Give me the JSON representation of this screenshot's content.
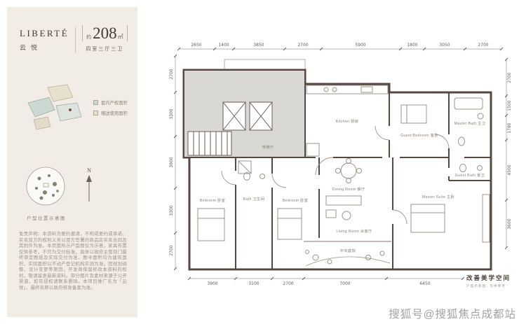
{
  "brand": {
    "logo": "LIBERTÉ",
    "logo_sub": "云悦",
    "area_prefix": "约",
    "area_value": "208",
    "area_unit": "㎡",
    "layout_desc": "四室三厅三卫"
  },
  "keyplan": {
    "legend": [
      {
        "label": "套内产权面积",
        "color": "#ccd8d2",
        "swatch_style": "background:#ccd8d2"
      },
      {
        "label": "赠送使用面积",
        "color": "#e7e0cf",
        "swatch_style": "background:#e7e0cf"
      }
    ],
    "north_label": "N",
    "caption": "户型位置示意图"
  },
  "disclaimer": "免责声明：本资料为要约邀请，不构成要约或承诺，买卖双方的权利义务以双方签署的商品房买卖合同及其附件为准。本页面所示户型图仅为示意，家具布置仅供参考，不作为交付标准，具体以政府主管部门最终审定图纸及实际交付为准。图中面积均为建筑面积，实际面积以不动产登记机构实测为准。因规划调整、设计变更等原因，开发商保留修改本资料的权利，敬请留意最新资料。部分图片及素材来源于公开渠道，如有侵权请联系删除。本项目推广名为「云悦」，最终名称以政府核准备案为准。",
  "plan": {
    "dims_top": [
      "2650",
      "1400",
      "3850",
      "2700",
      "5900",
      "1800",
      "3050",
      "2700"
    ],
    "dims_bottom": [
      "3900",
      "3100",
      "2700",
      "7000",
      "6450"
    ],
    "dims_left": [
      "2700",
      "3300",
      "3900",
      "3300",
      "2700"
    ],
    "dims_right": [
      "2700",
      "1500",
      "1780",
      "4500",
      "3600"
    ],
    "rooms": [
      {
        "label": "电梯厅"
      },
      {
        "label": "Kitchen 厨房"
      },
      {
        "label": "Dining Room 餐厅"
      },
      {
        "label": "Guest Bedroom 客卧"
      },
      {
        "label": "Master Bath 主卫"
      },
      {
        "label": "Guest Bath 客卫"
      },
      {
        "label": "Living Room 会客厅"
      },
      {
        "label": "Bedroom 卧室"
      },
      {
        "label": "Bath 卫生间"
      },
      {
        "label": "Bedroom 卧室"
      },
      {
        "label": "Master Suite 主卧"
      },
      {
        "label": "中央庭院"
      }
    ],
    "caption_main": "改善美学空间",
    "caption_sub": "户型示意图，仅供参考"
  },
  "watermark": "搜狐号@搜狐焦点成都站"
}
